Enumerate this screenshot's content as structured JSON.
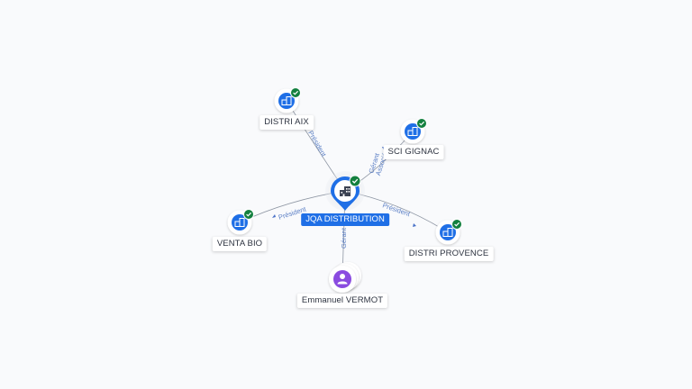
{
  "center": {
    "name": "JQA DISTRIBUTION",
    "icon": "building-icon",
    "verified": true
  },
  "companies": [
    {
      "name": "DISTRI AIX",
      "relation": "Président",
      "icon": "building-icon",
      "verified": true
    },
    {
      "name": "SCI GIGNAC",
      "relation": "Gérant\nAssocié",
      "icon": "building-icon",
      "verified": true
    },
    {
      "name": "DISTRI PROVENCE",
      "relation": "Président",
      "icon": "building-icon",
      "verified": true
    },
    {
      "name": "VENTA BIO",
      "relation": "Président",
      "icon": "building-icon",
      "verified": true
    }
  ],
  "person": {
    "name": "Emmanuel VERMOT",
    "relation": "Gérant",
    "icon": "person-icon"
  },
  "colors": {
    "brand_blue": "#1f6fe6",
    "verified_green": "#13803f",
    "person_purple": "#8a4be0",
    "edge_gray": "#8e96a3",
    "edge_label_blue": "#5b7fc5"
  }
}
